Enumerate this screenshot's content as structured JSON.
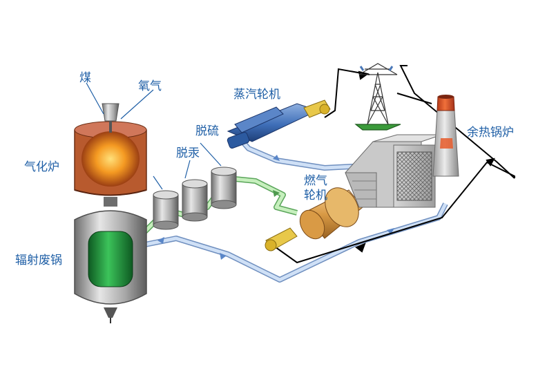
{
  "labels": {
    "coal": "煤",
    "oxygen": "氧气",
    "gasifier": "气化炉",
    "radiant_boiler": "辐射废锅",
    "mercury_removal": "脱汞",
    "desulfurization": "脱硫",
    "steam_turbine": "蒸汽轮机",
    "gas_turbine": "燃气轮机",
    "hrsg": "余热锅炉"
  },
  "colors": {
    "label_text": "#1f5fa6",
    "steam_pipe": "#a9c6ea",
    "gas_pipe": "#a9e09c",
    "signal_line": "#000000",
    "chimney": "#e65b2a",
    "cooler_green": "#1a8a3a"
  }
}
